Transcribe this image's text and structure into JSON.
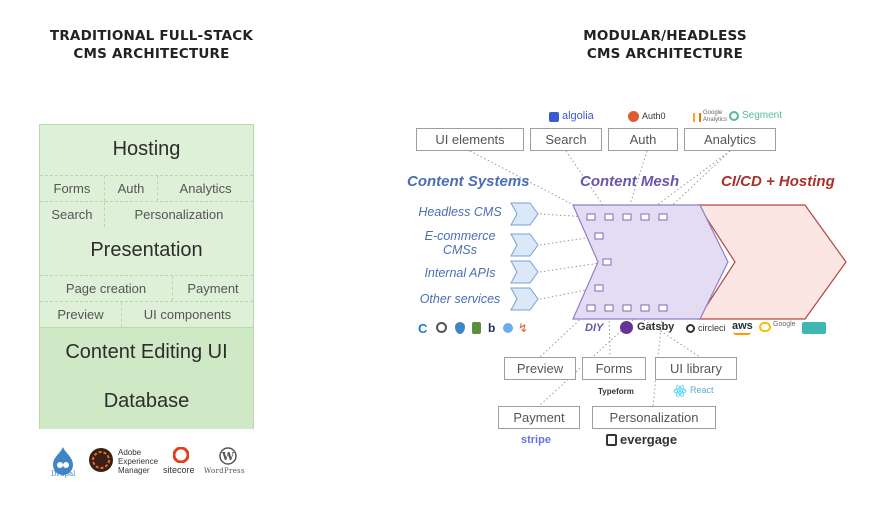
{
  "left": {
    "heading_line1": "TRADITIONAL FULL-STACK",
    "heading_line2": "CMS ARCHITECTURE",
    "hosting": "Hosting",
    "row1": [
      "Forms",
      "Auth",
      "Analytics"
    ],
    "row2": [
      "Search",
      "Personalization"
    ],
    "presentation": "Presentation",
    "row3": [
      "Page creation",
      "Payment"
    ],
    "row4": [
      "Preview",
      "UI components"
    ],
    "content_editing": "Content Editing UI",
    "database": "Database",
    "logos": {
      "drupal": "Drupal",
      "adobe_line1": "Adobe",
      "adobe_line2": "Experience",
      "adobe_line3": "Manager",
      "sitecore": "sitecore",
      "wordpress": "WordPress"
    }
  },
  "right": {
    "heading_line1": "MODULAR/HEADLESS",
    "heading_line2": "CMS ARCHITECTURE",
    "top_boxes": [
      "UI elements",
      "Search",
      "Auth",
      "Analytics"
    ],
    "top_logos": {
      "algolia": "algolia",
      "auth0": "Auth0",
      "google_analytics_1": "Google",
      "google_analytics_2": "Analytics",
      "segment": "Segment"
    },
    "content_systems": "Content Systems",
    "content_mesh": "Content Mesh",
    "cicd": "CI/CD + Hosting",
    "sources": [
      "Headless CMS",
      "E-commerce",
      "CMSs",
      "Internal APIs",
      "Other services"
    ],
    "diy": "DIY",
    "gatsby": "Gatsby",
    "circleci": "circleci",
    "aws": "aws",
    "google_cloud": "Google",
    "bottom_row1": [
      "Preview",
      "Forms",
      "UI library"
    ],
    "typeform": "Typeform",
    "react": "React",
    "bottom_row2": [
      "Payment",
      "Personalization"
    ],
    "stripe": "stripe",
    "evergage": "evergage"
  },
  "colors": {
    "mesh_fill": "#e3dcf3",
    "mesh_stroke": "#8f7fca",
    "cicd_fill": "#fbe6e3",
    "cicd_stroke": "#b3473f",
    "content_blue": "#4a6fb5",
    "mesh_purple": "#6a55a8",
    "cicd_red": "#a8322a",
    "stack_green": "#dff0d8"
  }
}
